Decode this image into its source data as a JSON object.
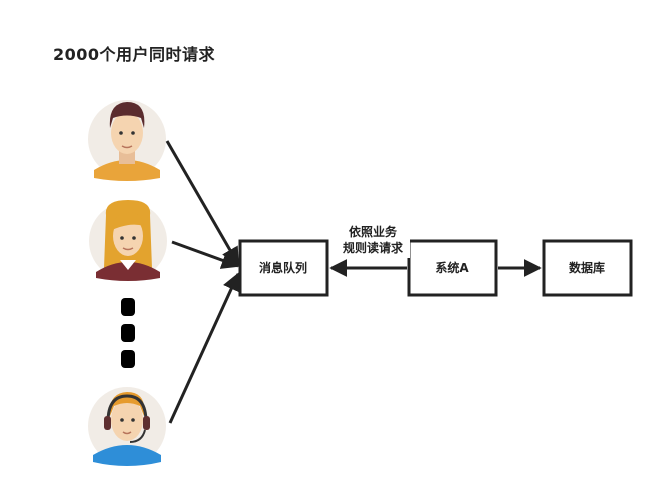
{
  "title": "2000个用户同时请求",
  "users": [
    {
      "name": "user-man"
    },
    {
      "name": "user-woman"
    },
    {
      "name": "user-support"
    }
  ],
  "nodes": {
    "mq": "消息队列",
    "sysA": "系统A",
    "db": "数据库"
  },
  "edge_label_lines": [
    "依照业务",
    "规则读请求"
  ],
  "colors": {
    "stroke": "#222222",
    "skin": "#F5D4B0",
    "avatar_bg": "#F1ECE6",
    "shirt_man": "#E9A43A",
    "shirt_woman": "#7A2E33",
    "shirt_support": "#2E8ED8",
    "hair_man": "#5B2C2E",
    "hair_woman": "#E3A32E",
    "hair_support": "#E69B2E"
  }
}
